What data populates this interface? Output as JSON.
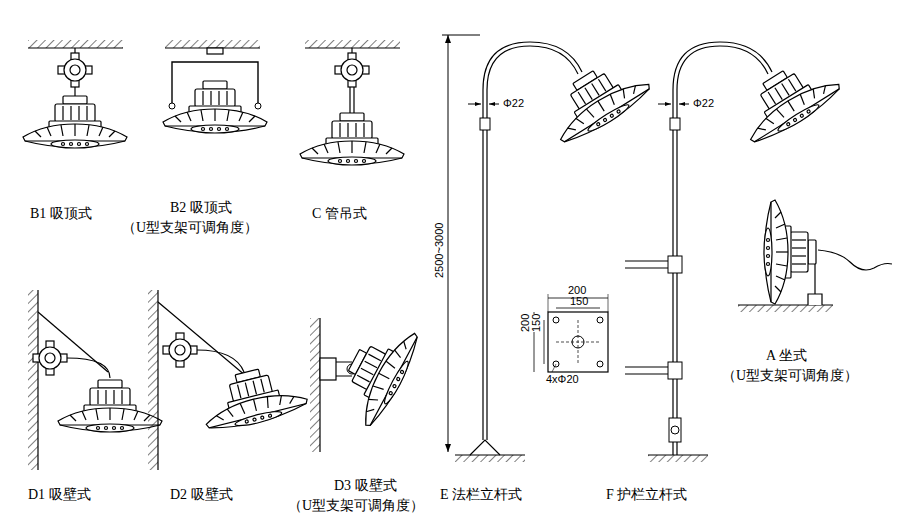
{
  "diagram": {
    "labels": [
      "B1 吸顶式",
      "B2 吸顶式",
      "（U型支架可调角度）",
      "C 管吊式",
      "Φ22",
      "2500~3000",
      "200",
      "150",
      "200",
      "150",
      "4xΦ20",
      "Φ22",
      "A 坐式",
      "（U型支架可调角度）",
      "D1 吸壁式",
      "D2 吸壁式",
      "D3 吸壁式",
      "（U型支架可调角度）",
      "E 法栏立杆式",
      "F 护栏立杆式"
    ]
  }
}
